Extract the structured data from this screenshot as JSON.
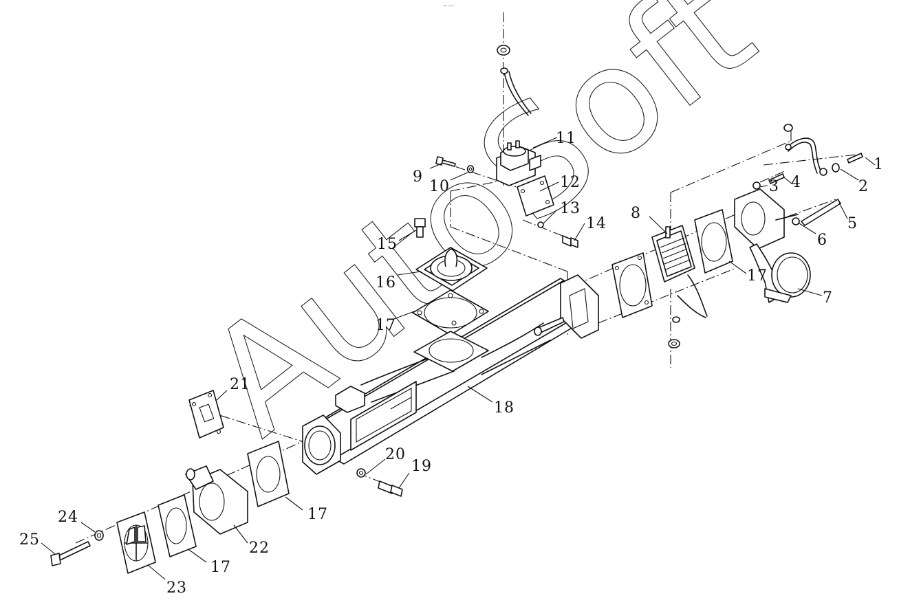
{
  "header_mark": "~ ---",
  "watermark": "AutoSoft",
  "callouts": [
    {
      "id": "c1",
      "label": "1"
    },
    {
      "id": "c2",
      "label": "2"
    },
    {
      "id": "c3",
      "label": "3"
    },
    {
      "id": "c4",
      "label": "4"
    },
    {
      "id": "c5",
      "label": "5"
    },
    {
      "id": "c6",
      "label": "6"
    },
    {
      "id": "c7",
      "label": "7"
    },
    {
      "id": "c8",
      "label": "8"
    },
    {
      "id": "c9",
      "label": "9"
    },
    {
      "id": "c10",
      "label": "10"
    },
    {
      "id": "c11",
      "label": "11"
    },
    {
      "id": "c12",
      "label": "12"
    },
    {
      "id": "c13",
      "label": "13"
    },
    {
      "id": "c14",
      "label": "14"
    },
    {
      "id": "c15",
      "label": "15"
    },
    {
      "id": "c16",
      "label": "16"
    },
    {
      "id": "c17a",
      "label": "17"
    },
    {
      "id": "c17b",
      "label": "17"
    },
    {
      "id": "c17c",
      "label": "17"
    },
    {
      "id": "c17d",
      "label": "17"
    },
    {
      "id": "c18",
      "label": "18"
    },
    {
      "id": "c19",
      "label": "19"
    },
    {
      "id": "c20",
      "label": "20"
    },
    {
      "id": "c21",
      "label": "21"
    },
    {
      "id": "c22",
      "label": "22"
    },
    {
      "id": "c23",
      "label": "23"
    },
    {
      "id": "c24",
      "label": "24"
    },
    {
      "id": "c25",
      "label": "25"
    }
  ]
}
